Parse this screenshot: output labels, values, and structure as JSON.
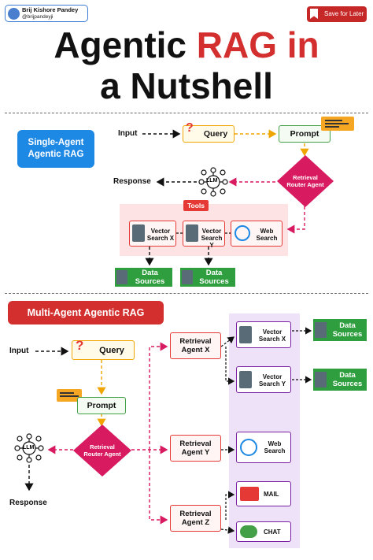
{
  "author": {
    "name": "Brij Kishore Pandey",
    "handle": "@brijpandeyji"
  },
  "save": {
    "label": "Save for Later"
  },
  "title": {
    "line1_a": "Agentic ",
    "line1_b": "RAG in",
    "line2": "a Nutshell"
  },
  "single": {
    "panel": "Single-Agent Agentic RAG",
    "input": "Input",
    "query": "Query",
    "prompt": "Prompt",
    "router": "Retrieval Router Agent",
    "llm": "LLM",
    "response": "Response",
    "tools": "Tools",
    "vector_x": "Vector Search X",
    "vector_y": "Vector Search Y",
    "web": "Web Search",
    "data_sources": "Data Sources"
  },
  "multi": {
    "panel": "Multi-Agent Agentic RAG",
    "input": "Input",
    "query": "Query",
    "prompt": "Prompt",
    "router": "Retrieval Router Agent",
    "llm": "LLM",
    "response": "Response",
    "agent_x": "Retrieval Agent X",
    "agent_y": "Retrieval Agent Y",
    "agent_z": "Retrieval Agent Z",
    "vector_x": "Vector Search X",
    "vector_y": "Vector Search Y",
    "web": "Web Search",
    "mail": "MAIL",
    "chat": "CHAT",
    "data_sources": "Data Sources"
  },
  "colors": {
    "red": "#d32f2f",
    "blue": "#1e88e5",
    "magenta": "#d81b60",
    "green": "#2e9e3e",
    "purple": "#ede2f7"
  }
}
